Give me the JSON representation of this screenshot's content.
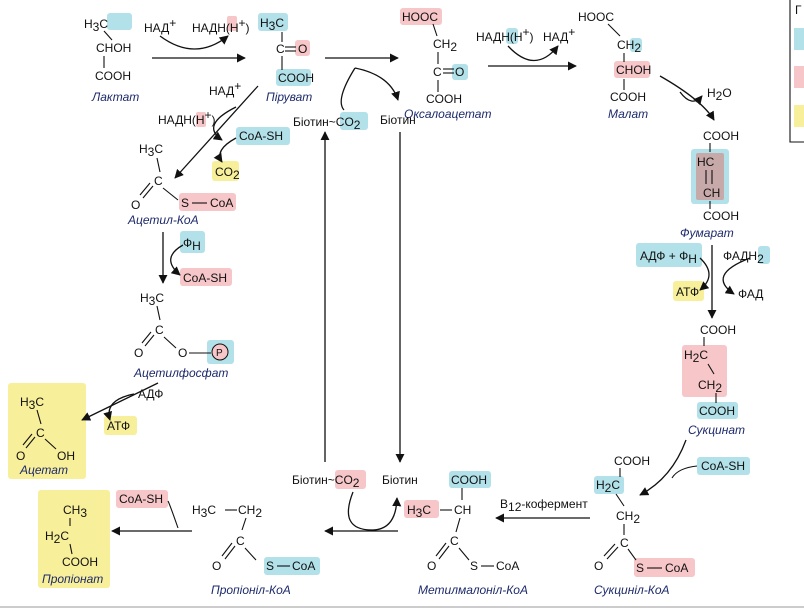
{
  "colors": {
    "blue": "#b2e1e9",
    "pink": "#f6c6c9",
    "yellow": "#f7ef99",
    "mauve": "#c8a9aa",
    "ink": "#111111",
    "name": "#1d2a6b"
  },
  "legend": {
    "letter": "Г"
  },
  "names": {
    "lactate": "Лактат",
    "pyruvate": "Піруват",
    "oxaloacetate": "Оксалоацетат",
    "malate": "Малат",
    "fumarate": "Фумарат",
    "succinate": "Сукцинат",
    "succinyl_coa": "Сукциніл-КоА",
    "methylmalonyl_coa": "Метилмалоніл-КоА",
    "propionyl_coa": "Пропіоніл-КоА",
    "propionate": "Пропіонат",
    "acetyl_coa": "Ацетил-КоА",
    "acetyl_phosphate": "Ацетилфосфат",
    "acetate": "Ацетат"
  },
  "labels": {
    "nad": "НАД",
    "nadh": "НАДН(Н",
    "plus": "+",
    "close_paren": ")",
    "coa_sh": "CoA-SH",
    "co2": "CO",
    "two": "2",
    "biotin": "Біотин",
    "biotin_co2": "Біотин~",
    "h2o": "H",
    "h2o_o": "O",
    "adp_fn": "АДФ + Ф",
    "fn_sub": "Н",
    "fadh": "ФАДН",
    "fad": "ФАД",
    "atf": "АТФ",
    "adf": "АДФ",
    "fn": "Ф",
    "b12": "В",
    "b12_sub": "12",
    "b12_rest": "-кофермент",
    "p": "P"
  },
  "atoms": {
    "h3c": "H",
    "c": "C",
    "o": "O",
    "s": "S",
    "coa": "CoA",
    "hoh": "HOH",
    "cooh": "COOH",
    "hooc": "HOOC",
    "oh": "OH",
    "ch2": "CH",
    "h2c": "H",
    "hc": "HC",
    "ch": "CH",
    "h": "H",
    "three": "3",
    "two": "2",
    "eq": "="
  }
}
